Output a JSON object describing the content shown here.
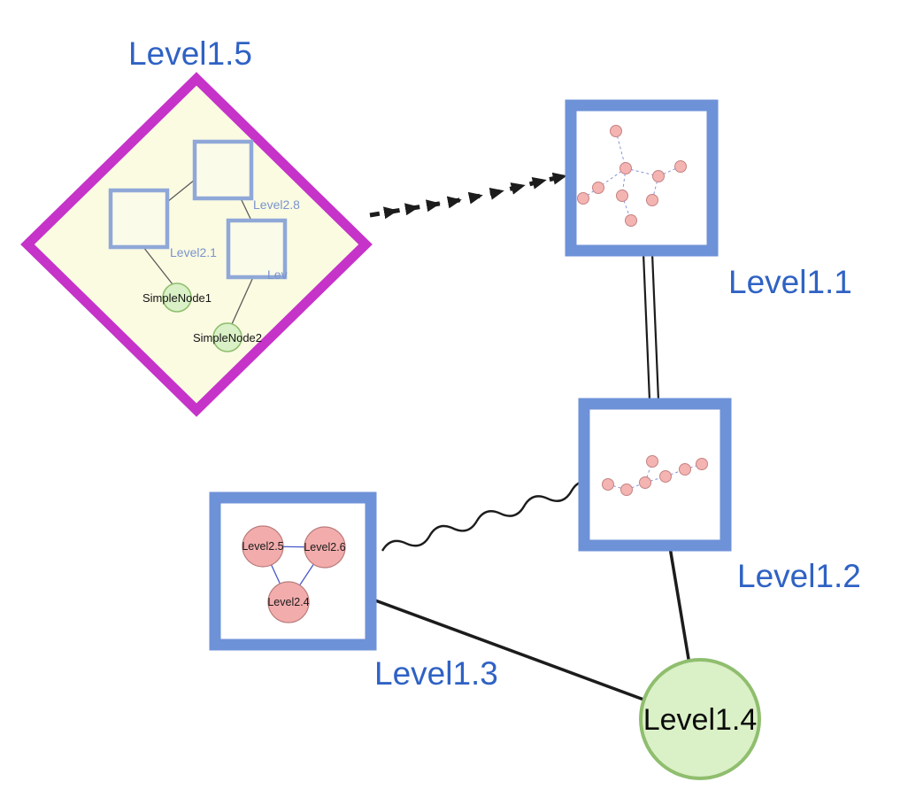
{
  "nodes": {
    "level15": {
      "label": "Level1.5",
      "shape": "diamond-group"
    },
    "level11": {
      "label": "Level1.1",
      "shape": "square-group"
    },
    "level12": {
      "label": "Level1.2",
      "shape": "square-group"
    },
    "level13": {
      "label": "Level1.3",
      "shape": "square-group"
    },
    "level14": {
      "label": "Level1.4",
      "shape": "circle"
    }
  },
  "level15_children": {
    "level28": {
      "label": "Level2.8",
      "shape": "square"
    },
    "level21": {
      "label": "Level2.1",
      "shape": "square"
    },
    "lev": {
      "label": "Lev",
      "shape": "square"
    },
    "simplenode1": {
      "label": "SimpleNode1",
      "shape": "circle"
    },
    "simplenode2": {
      "label": "SimpleNode2",
      "shape": "circle"
    }
  },
  "level13_children": {
    "level25": {
      "label": "Level2.5"
    },
    "level26": {
      "label": "Level2.6"
    },
    "level24": {
      "label": "Level2.4"
    }
  },
  "edges": [
    {
      "from": "Level1.5",
      "to": "Level1.1",
      "style": "thick-dashed-arrow"
    },
    {
      "from": "Level1.1",
      "to": "Level1.2",
      "style": "double-parallel-line"
    },
    {
      "from": "Level1.2",
      "to": "Level1.3",
      "style": "wavy-line"
    },
    {
      "from": "Level1.3",
      "to": "Level1.4",
      "style": "solid-line"
    },
    {
      "from": "Level1.2",
      "to": "Level1.4",
      "style": "solid-line"
    }
  ],
  "colors": {
    "label_blue": "#2f62c4",
    "group_border_magenta": "#c633c9",
    "group_fill_yellow": "#fbfbe2",
    "frame_blue": "#6e92d8",
    "inner_square_blue": "#8fa8d8",
    "green_fill": "#daf0c6",
    "green_border": "#8fbe6e",
    "pink_fill": "#f3acac",
    "pink_border": "#b97c7c",
    "edge_dark": "#1c1c1c"
  }
}
